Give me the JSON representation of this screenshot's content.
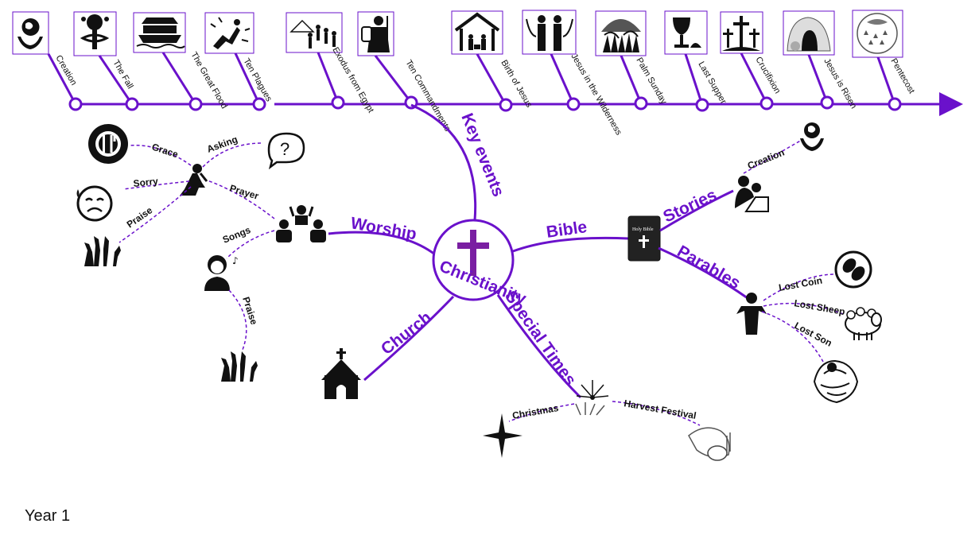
{
  "timeline": {
    "events": [
      {
        "label": "Creation",
        "icon": "globe-hands-icon"
      },
      {
        "label": "The Fall",
        "icon": "serpent-tree-icon"
      },
      {
        "label": "The Great Flood",
        "icon": "ark-icon"
      },
      {
        "label": "Ten Plagues",
        "icon": "plague-icon"
      },
      {
        "label": "Exodus from Egypt",
        "icon": "exodus-icon"
      },
      {
        "label": "Ten Commandments",
        "icon": "moses-tablets-icon"
      },
      {
        "label": "Birth of Jesus",
        "icon": "nativity-icon"
      },
      {
        "label": "Jesus in the Wilderness",
        "icon": "wilderness-icon"
      },
      {
        "label": "Palm Sunday",
        "icon": "palms-icon"
      },
      {
        "label": "Last Supper",
        "icon": "chalice-icon"
      },
      {
        "label": "Crucifixion",
        "icon": "three-crosses-icon"
      },
      {
        "label": "Jesus is Risen",
        "icon": "empty-tomb-icon"
      },
      {
        "label": "Pentecost",
        "icon": "dove-flames-icon"
      }
    ]
  },
  "center": {
    "label": "Christianity"
  },
  "branches": {
    "key_events": "Key events",
    "worship": "Worship",
    "bible": "Bible",
    "church": "Church",
    "special_times": "Special Times"
  },
  "worship": {
    "prayer": "Prayer",
    "songs": "Songs",
    "praise": "Praise",
    "prayer_items": {
      "grace": "Grace",
      "asking": "Asking",
      "sorry": "Sorry",
      "praise": "Praise"
    }
  },
  "bible": {
    "stories": "Stories",
    "stories_creation": "Creation",
    "parables": "Parables",
    "lost_coin": "Lost Coin",
    "lost_sheep": "Lost Sheep",
    "lost_son": "Lost Son"
  },
  "special_times": {
    "christmas": "Christmas",
    "harvest": "Harvest Festival"
  },
  "footer": {
    "year": "Year 1"
  },
  "colors": {
    "accent": "#6a11cb"
  }
}
